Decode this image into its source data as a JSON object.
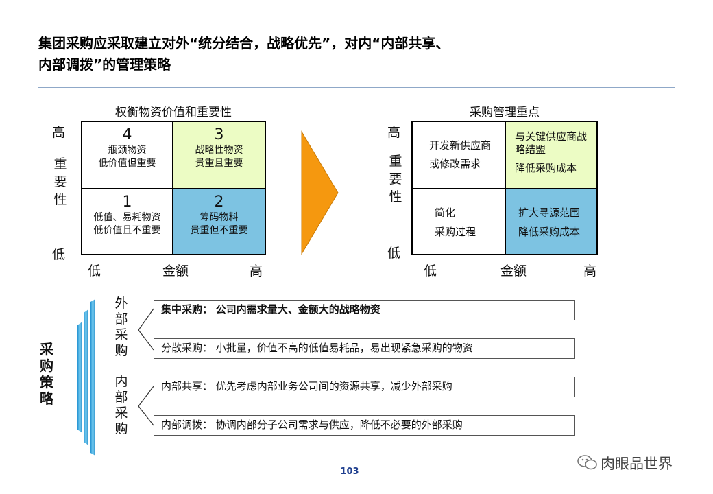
{
  "title": {
    "line1": "集团采购应采取建立对外“统分结合，战略优先”，对内“内部共享、",
    "line2": "内部调拨”的管理策略"
  },
  "left_matrix": {
    "title": "权衡物资价值和重要性",
    "y_high": "高",
    "y_label": [
      "重",
      "要",
      "性"
    ],
    "y_low": "低",
    "x_low": "低",
    "x_label": "金额",
    "x_high": "高",
    "cells": {
      "top_left": {
        "num": "4",
        "line1": "瓶颈物资",
        "line2": "低价值但重要"
      },
      "top_right": {
        "num": "3",
        "line1": "战略性物资",
        "line2": "贵重且重要"
      },
      "bottom_left": {
        "num": "1",
        "line1": "低值、易耗物资",
        "line2": "低价值且不重要"
      },
      "bottom_right": {
        "num": "2",
        "line1": "筹码物料",
        "line2": "贵重但不重要"
      }
    }
  },
  "right_matrix": {
    "title": "采购管理重点",
    "y_high": "高",
    "y_label": [
      "重",
      "要",
      "性"
    ],
    "y_low": "低",
    "x_low": "低",
    "x_label": "金额",
    "x_high": "高",
    "cells": {
      "top_left": {
        "line1": "开发新供应商",
        "line2": "或修改需求"
      },
      "top_right": {
        "line1": "与关键供应商战",
        "line2": "略结盟",
        "line3": "降低采购成本"
      },
      "bottom_left": {
        "line1": "简化",
        "line2": "采购过程"
      },
      "bottom_right": {
        "line1": "扩大寻源范围",
        "line2": "降低采购成本"
      }
    }
  },
  "strategy": {
    "label": [
      "采",
      "购",
      "策",
      "略"
    ],
    "external_label": [
      "外",
      "部",
      "采",
      "购"
    ],
    "internal_label": [
      "内",
      "部",
      "采",
      "购"
    ],
    "items": [
      {
        "head": "集中采购：",
        "body": "公司内需求量大、金额大的战略物资"
      },
      {
        "head": "分散采购：",
        "body": "小批量，价值不高的低值易耗品，易出现紧急采购的物资"
      },
      {
        "head": "内部共享：",
        "body": "优先考虑内部业务公司间的资源共享，减少外部采购"
      },
      {
        "head": "内部调拨：",
        "body": "协调内部分子公司需求与供应，降低不必要的外部采购"
      }
    ]
  },
  "page_number": "103",
  "watermark": "肉眼品世界",
  "colors": {
    "green_cell": "#ecfcc4",
    "blue_cell": "#7dc3e2",
    "arrow": "#f5980f",
    "page_number": "#1f3f8f"
  }
}
